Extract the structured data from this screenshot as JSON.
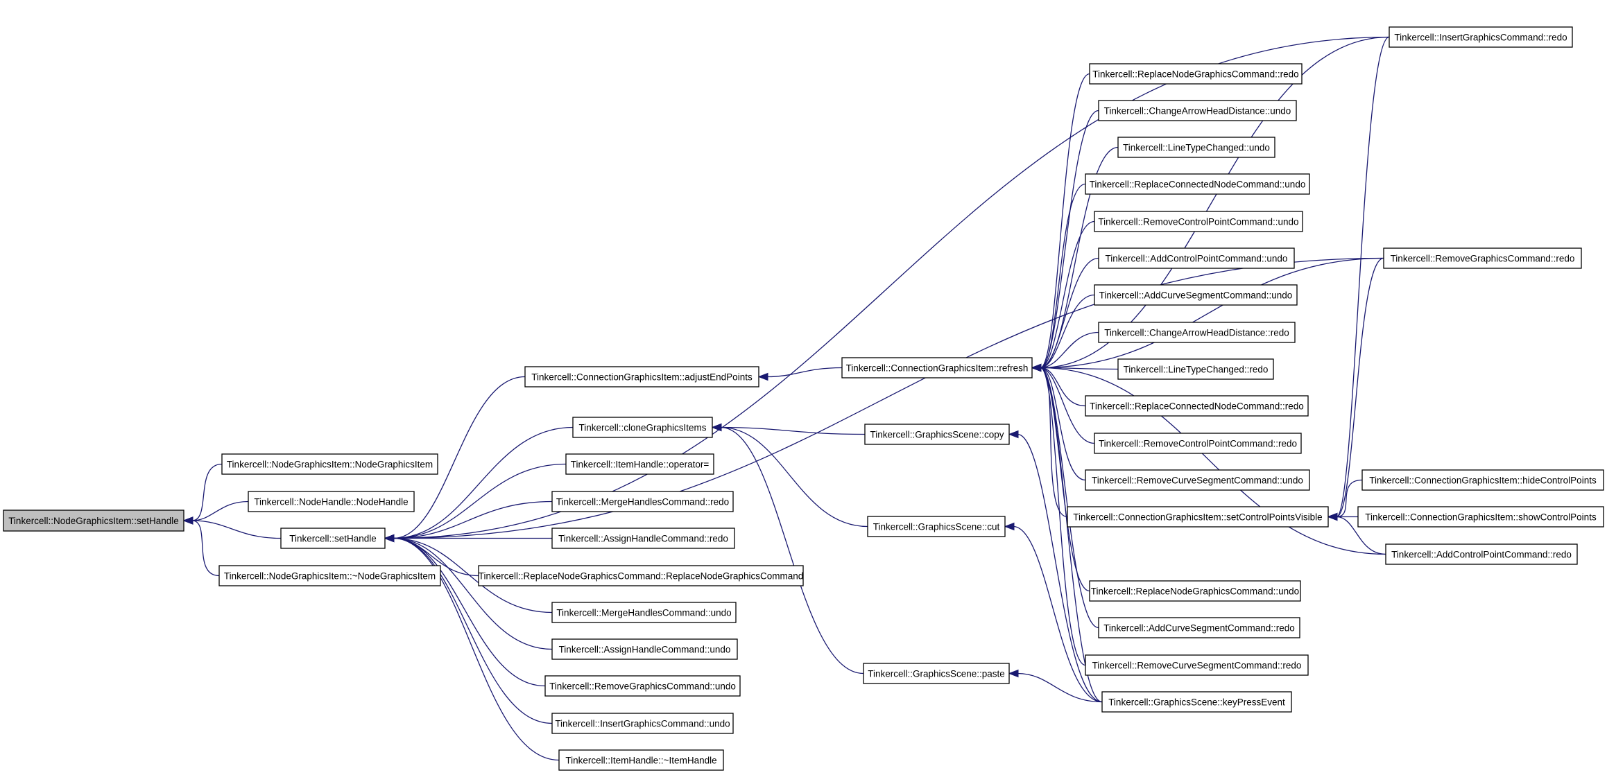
{
  "graph": {
    "edge_color": "#191970",
    "root_fill": "#bfbfbf",
    "node_fill": "#ffffff",
    "nodes": [
      {
        "id": "root",
        "label": "Tinkercell::NodeGraphicsItem::setHandle",
        "root": true
      },
      {
        "id": "ngi_ctor",
        "label": "Tinkercell::NodeGraphicsItem::NodeGraphicsItem"
      },
      {
        "id": "nh_ctor",
        "label": "Tinkercell::NodeHandle::NodeHandle"
      },
      {
        "id": "sethandle",
        "label": "Tinkercell::setHandle"
      },
      {
        "id": "ngi_dtor",
        "label": "Tinkercell::NodeGraphicsItem::~NodeGraphicsItem"
      },
      {
        "id": "adjust",
        "label": "Tinkercell::ConnectionGraphicsItem::adjustEndPoints"
      },
      {
        "id": "clone",
        "label": "Tinkercell::cloneGraphicsItems"
      },
      {
        "id": "ih_op",
        "label": "Tinkercell::ItemHandle::operator="
      },
      {
        "id": "mh_redo",
        "label": "Tinkercell::MergeHandlesCommand::redo"
      },
      {
        "id": "ah_redo",
        "label": "Tinkercell::AssignHandleCommand::redo"
      },
      {
        "id": "rngc_ctor",
        "label": "Tinkercell::ReplaceNodeGraphicsCommand::ReplaceNodeGraphicsCommand"
      },
      {
        "id": "mh_undo",
        "label": "Tinkercell::MergeHandlesCommand::undo"
      },
      {
        "id": "ah_undo",
        "label": "Tinkercell::AssignHandleCommand::undo"
      },
      {
        "id": "rgc_undo",
        "label": "Tinkercell::RemoveGraphicsCommand::undo"
      },
      {
        "id": "igc_undo",
        "label": "Tinkercell::InsertGraphicsCommand::undo"
      },
      {
        "id": "ih_dtor",
        "label": "Tinkercell::ItemHandle::~ItemHandle"
      },
      {
        "id": "refresh",
        "label": "Tinkercell::ConnectionGraphicsItem::refresh"
      },
      {
        "id": "gs_copy",
        "label": "Tinkercell::GraphicsScene::copy"
      },
      {
        "id": "gs_cut",
        "label": "Tinkercell::GraphicsScene::cut"
      },
      {
        "id": "gs_paste",
        "label": "Tinkercell::GraphicsScene::paste"
      },
      {
        "id": "rngc_redo",
        "label": "Tinkercell::ReplaceNodeGraphicsCommand::redo"
      },
      {
        "id": "cahd_undo",
        "label": "Tinkercell::ChangeArrowHeadDistance::undo"
      },
      {
        "id": "ltc_undo",
        "label": "Tinkercell::LineTypeChanged::undo"
      },
      {
        "id": "rcnc_undo",
        "label": "Tinkercell::ReplaceConnectedNodeCommand::undo"
      },
      {
        "id": "rcpc_undo",
        "label": "Tinkercell::RemoveControlPointCommand::undo"
      },
      {
        "id": "acpc_undo",
        "label": "Tinkercell::AddControlPointCommand::undo"
      },
      {
        "id": "acsc_undo",
        "label": "Tinkercell::AddCurveSegmentCommand::undo"
      },
      {
        "id": "cahd_redo",
        "label": "Tinkercell::ChangeArrowHeadDistance::redo"
      },
      {
        "id": "ltc_redo",
        "label": "Tinkercell::LineTypeChanged::redo"
      },
      {
        "id": "rcnc_redo",
        "label": "Tinkercell::ReplaceConnectedNodeCommand::redo"
      },
      {
        "id": "rcpc_redo",
        "label": "Tinkercell::RemoveControlPointCommand::redo"
      },
      {
        "id": "rcsc_undo",
        "label": "Tinkercell::RemoveCurveSegmentCommand::undo"
      },
      {
        "id": "setcpv",
        "label": "Tinkercell::ConnectionGraphicsItem::setControlPointsVisible"
      },
      {
        "id": "rngc_undo",
        "label": "Tinkercell::ReplaceNodeGraphicsCommand::undo"
      },
      {
        "id": "acsc_redo",
        "label": "Tinkercell::AddCurveSegmentCommand::redo"
      },
      {
        "id": "rcsc_redo",
        "label": "Tinkercell::RemoveCurveSegmentCommand::redo"
      },
      {
        "id": "gs_keypress",
        "label": "Tinkercell::GraphicsScene::keyPressEvent"
      },
      {
        "id": "igc_redo",
        "label": "Tinkercell::InsertGraphicsCommand::redo"
      },
      {
        "id": "rgc_redo",
        "label": "Tinkercell::RemoveGraphicsCommand::redo"
      },
      {
        "id": "hidecp",
        "label": "Tinkercell::ConnectionGraphicsItem::hideControlPoints"
      },
      {
        "id": "showcp",
        "label": "Tinkercell::ConnectionGraphicsItem::showControlPoints"
      },
      {
        "id": "acpc_redo",
        "label": "Tinkercell::AddControlPointCommand::redo"
      }
    ],
    "edges": [
      {
        "from": "ngi_ctor",
        "to": "root"
      },
      {
        "from": "nh_ctor",
        "to": "root"
      },
      {
        "from": "sethandle",
        "to": "root"
      },
      {
        "from": "ngi_dtor",
        "to": "root"
      },
      {
        "from": "igc_redo",
        "to": "sethandle"
      },
      {
        "from": "rgc_redo",
        "to": "sethandle"
      },
      {
        "from": "adjust",
        "to": "sethandle"
      },
      {
        "from": "clone",
        "to": "sethandle"
      },
      {
        "from": "ih_op",
        "to": "sethandle"
      },
      {
        "from": "mh_redo",
        "to": "sethandle"
      },
      {
        "from": "ah_redo",
        "to": "sethandle"
      },
      {
        "from": "rngc_ctor",
        "to": "sethandle"
      },
      {
        "from": "mh_undo",
        "to": "sethandle"
      },
      {
        "from": "ah_undo",
        "to": "sethandle"
      },
      {
        "from": "rgc_undo",
        "to": "sethandle"
      },
      {
        "from": "igc_undo",
        "to": "sethandle"
      },
      {
        "from": "ih_dtor",
        "to": "sethandle"
      },
      {
        "from": "refresh",
        "to": "adjust"
      },
      {
        "from": "gs_copy",
        "to": "clone"
      },
      {
        "from": "gs_cut",
        "to": "clone"
      },
      {
        "from": "gs_paste",
        "to": "clone"
      },
      {
        "from": "igc_redo",
        "to": "refresh"
      },
      {
        "from": "rgc_redo",
        "to": "refresh"
      },
      {
        "from": "rngc_redo",
        "to": "refresh"
      },
      {
        "from": "cahd_undo",
        "to": "refresh"
      },
      {
        "from": "ltc_undo",
        "to": "refresh"
      },
      {
        "from": "rcnc_undo",
        "to": "refresh"
      },
      {
        "from": "rcpc_undo",
        "to": "refresh"
      },
      {
        "from": "acpc_undo",
        "to": "refresh"
      },
      {
        "from": "acsc_undo",
        "to": "refresh"
      },
      {
        "from": "cahd_redo",
        "to": "refresh"
      },
      {
        "from": "ltc_redo",
        "to": "refresh"
      },
      {
        "from": "rcnc_redo",
        "to": "refresh"
      },
      {
        "from": "rcpc_redo",
        "to": "refresh"
      },
      {
        "from": "rcsc_undo",
        "to": "refresh"
      },
      {
        "from": "setcpv",
        "to": "refresh"
      },
      {
        "from": "acpc_redo",
        "to": "refresh"
      },
      {
        "from": "rngc_undo",
        "to": "refresh"
      },
      {
        "from": "acsc_redo",
        "to": "refresh"
      },
      {
        "from": "rcsc_redo",
        "to": "refresh"
      },
      {
        "from": "gs_keypress",
        "to": "refresh"
      },
      {
        "from": "gs_keypress",
        "to": "gs_copy"
      },
      {
        "from": "gs_keypress",
        "to": "gs_cut"
      },
      {
        "from": "gs_keypress",
        "to": "gs_paste"
      },
      {
        "from": "igc_redo",
        "to": "setcpv"
      },
      {
        "from": "rgc_redo",
        "to": "setcpv"
      },
      {
        "from": "hidecp",
        "to": "setcpv"
      },
      {
        "from": "showcp",
        "to": "setcpv"
      },
      {
        "from": "acpc_redo",
        "to": "setcpv"
      }
    ]
  }
}
